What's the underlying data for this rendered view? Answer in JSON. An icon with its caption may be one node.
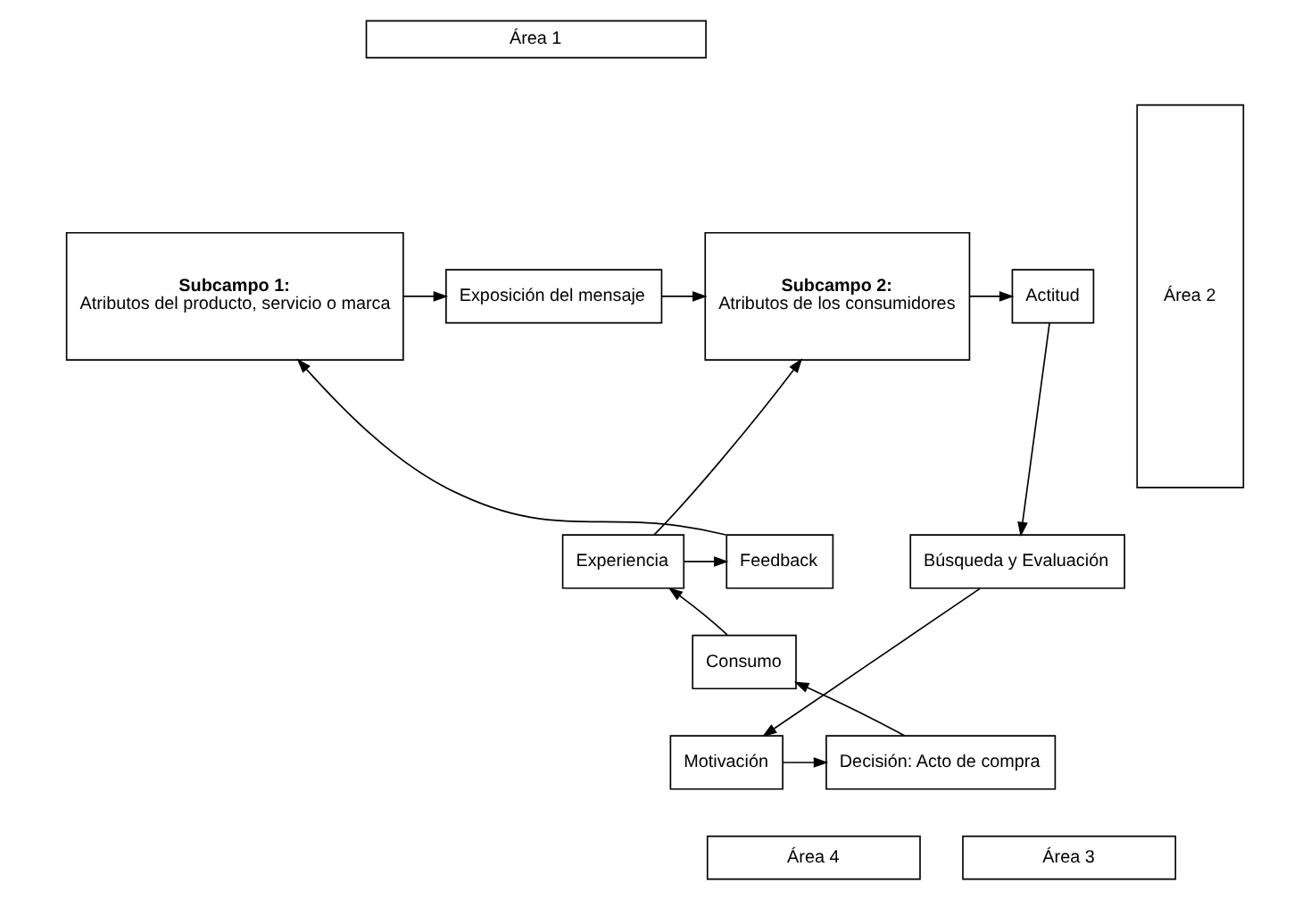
{
  "diagram": {
    "nodes": [
      {
        "text": [
          "Área 1"
        ]
      },
      {
        "text": [
          "Subcampo 1:",
          "Atributos del producto, servicio o marca"
        ]
      },
      {
        "text": [
          "Exposición del mensaje"
        ]
      },
      {
        "text": [
          "Subcampo 2:",
          "Atributos de los consumidores"
        ]
      },
      {
        "text": [
          "Actitud"
        ]
      },
      {
        "text": [
          "Área 2"
        ]
      },
      {
        "text": [
          "Feedback"
        ]
      },
      {
        "text": [
          "Experiencia"
        ]
      },
      {
        "text": [
          "Búsqueda y Evaluación"
        ]
      },
      {
        "text": [
          "Consumo"
        ]
      },
      {
        "text": [
          "Decisión: Acto de compra"
        ]
      },
      {
        "text": [
          "Motivación"
        ]
      },
      {
        "text": [
          "Área 4"
        ]
      },
      {
        "text": [
          "Área 3"
        ]
      }
    ],
    "edges": [
      {
        "from": 1,
        "to": 2,
        "arrow": "to"
      },
      {
        "from": 2,
        "to": 3,
        "arrow": "to"
      },
      {
        "from": 3,
        "to": 4,
        "arrow": "to"
      },
      {
        "from": 4,
        "to": 8,
        "arrow": "to"
      },
      {
        "from": 8,
        "to": 11,
        "arrow": "to"
      },
      {
        "from": 11,
        "to": 10,
        "arrow": "to"
      },
      {
        "from": 10,
        "to": 9,
        "arrow": "to"
      },
      {
        "from": 9,
        "to": 7,
        "arrow": "to"
      },
      {
        "from": 7,
        "to": 3,
        "arrow": "to"
      },
      {
        "from": 7,
        "to": 6,
        "arrow": "to"
      },
      {
        "from": 6,
        "to": 1,
        "arrow": "to"
      }
    ]
  }
}
